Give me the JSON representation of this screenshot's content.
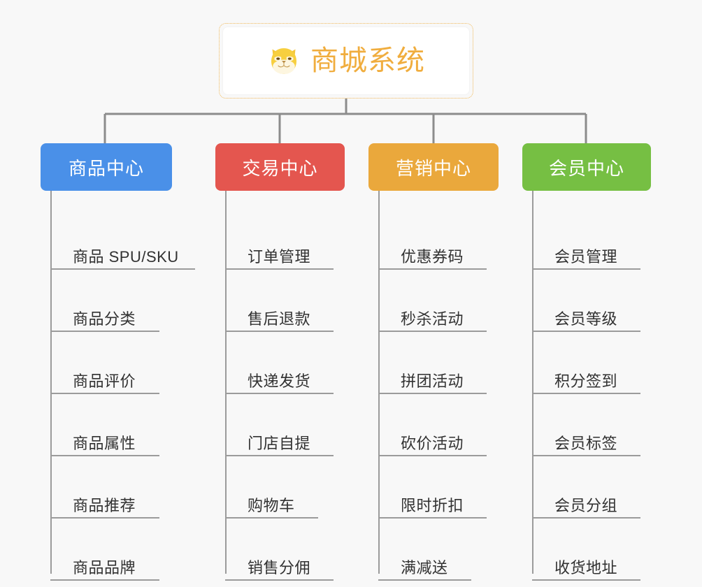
{
  "background_color": "#f8f8f8",
  "root": {
    "title": "商城系统",
    "icon": "shiba-dog-icon",
    "title_color": "#f0ad3e",
    "border_color": "#f0b95a"
  },
  "connector_color": "#8c8c8c",
  "leaf_line_color": "#9b9b9b",
  "leaf_text_color": "#313131",
  "columns": [
    {
      "title": "商品中心",
      "color": "#4a90e8",
      "items": [
        {
          "label": "商品 SPU/SKU",
          "underline_width": 207
        },
        {
          "label": "商品分类",
          "underline_width": 156
        },
        {
          "label": "商品评价",
          "underline_width": 156
        },
        {
          "label": "商品属性",
          "underline_width": 156
        },
        {
          "label": "商品推荐",
          "underline_width": 156
        },
        {
          "label": "商品品牌",
          "underline_width": 156
        }
      ]
    },
    {
      "title": "交易中心",
      "color": "#e4564f",
      "items": [
        {
          "label": "订单管理",
          "underline_width": 155
        },
        {
          "label": "售后退款",
          "underline_width": 155
        },
        {
          "label": "快递发货",
          "underline_width": 155
        },
        {
          "label": "门店自提",
          "underline_width": 155
        },
        {
          "label": "购物车",
          "underline_width": 133
        },
        {
          "label": "销售分佣",
          "underline_width": 155
        }
      ]
    },
    {
      "title": "营销中心",
      "color": "#eaa83c",
      "items": [
        {
          "label": "优惠券码",
          "underline_width": 155
        },
        {
          "label": "秒杀活动",
          "underline_width": 155
        },
        {
          "label": "拼团活动",
          "underline_width": 155
        },
        {
          "label": "砍价活动",
          "underline_width": 155
        },
        {
          "label": "限时折扣",
          "underline_width": 155
        },
        {
          "label": "满减送",
          "underline_width": 133
        }
      ]
    },
    {
      "title": "会员中心",
      "color": "#76bf43",
      "items": [
        {
          "label": "会员管理",
          "underline_width": 155
        },
        {
          "label": "会员等级",
          "underline_width": 155
        },
        {
          "label": "积分签到",
          "underline_width": 155
        },
        {
          "label": "会员标签",
          "underline_width": 155
        },
        {
          "label": "会员分组",
          "underline_width": 155
        },
        {
          "label": "收货地址",
          "underline_width": 155
        }
      ]
    }
  ]
}
